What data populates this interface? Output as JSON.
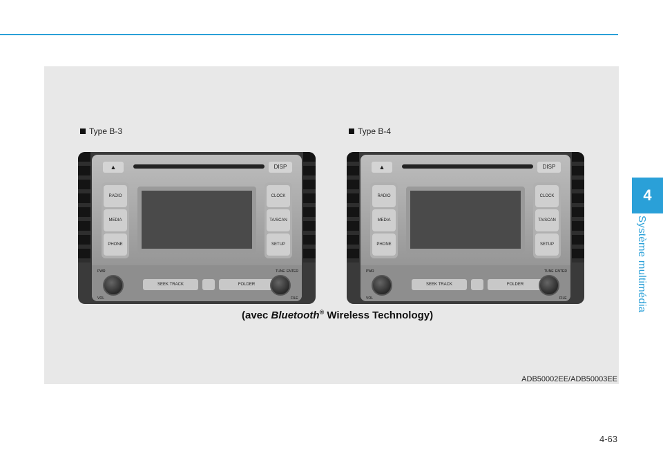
{
  "type_labels": [
    "Type B-3",
    "Type B-4"
  ],
  "caption": {
    "prefix": "(avec ",
    "brand": "Bluetooth",
    "mark": "®",
    "suffix": " Wireless Technology)"
  },
  "image_code": "ADB50002EE/ADB50003EE",
  "page_number": "4-63",
  "chapter": {
    "number": "4",
    "title": "Système multimédia"
  },
  "radio_buttons": {
    "eject": "▲",
    "disp": "DISP",
    "left": [
      "RADIO",
      "MEDIA",
      "PHONE"
    ],
    "right": [
      "CLOCK",
      "TA/SCAN",
      "SETUP"
    ],
    "seek": "SEEK TRACK",
    "folder": "FOLDER",
    "pwr": "PWR",
    "vol": "VOL",
    "tune": "TUNE",
    "enter": "ENTER",
    "file": "FILE"
  },
  "colors": {
    "accent": "#2aa0d8"
  }
}
